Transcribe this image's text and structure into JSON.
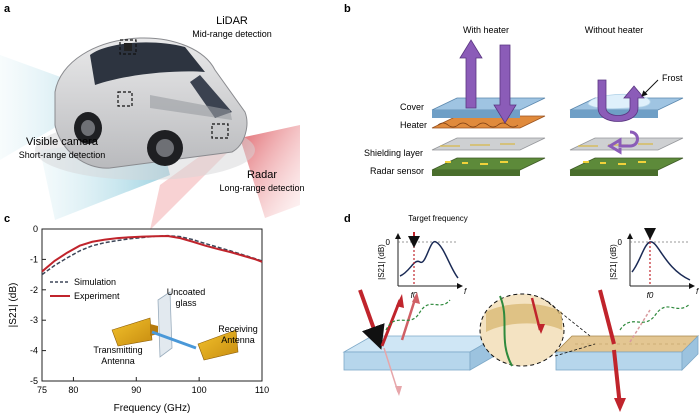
{
  "panels": {
    "a": {
      "letter": "a",
      "lidar_title": "LiDAR",
      "lidar_sub": "Mid-range detection",
      "camera_title": "Visible camera",
      "camera_sub": "Short-range detection",
      "radar_title": "Radar",
      "radar_sub": "Long-range detection"
    },
    "b": {
      "letter": "b",
      "with_heater": "With heater",
      "without_heater": "Without heater",
      "frost": "Frost",
      "layers": [
        "Cover",
        "Heater",
        "Shielding layer",
        "Radar sensor"
      ]
    },
    "c": {
      "letter": "c",
      "uncoated_glass": "Uncoated\nglass",
      "uncoated_l1": "Uncoated",
      "uncoated_l2": "glass",
      "tx_l1": "Transmitting",
      "tx_l2": "Antenna",
      "rx_l1": "Receiving",
      "rx_l2": "Antenna"
    },
    "d": {
      "letter": "d",
      "target_frequency": "Target frequency",
      "ylabel": "|S21| (dB)",
      "zero": "0",
      "f": "f",
      "f0": "f0"
    }
  },
  "colors": {
    "simulation": "#3d4658",
    "experiment": "#c0242c",
    "purple": "#8b5cb8",
    "glass": "#a9cde4",
    "heater": "#e08a3c",
    "board": "#5c7a3a"
  },
  "chart_data": {
    "type": "line",
    "xlabel": "Frequency (GHz)",
    "ylabel": "|S21| (dB)",
    "xlim": [
      75,
      110
    ],
    "ylim": [
      -5,
      0
    ],
    "xticks": [
      75,
      80,
      90,
      100,
      110
    ],
    "yticks": [
      0,
      -1,
      -2,
      -3,
      -4,
      -5
    ],
    "legend": "left",
    "series": [
      {
        "name": "Simulation",
        "style": "dashed",
        "x": [
          75,
          77,
          79,
          81,
          83,
          85,
          87,
          89,
          91,
          93,
          95,
          97,
          99,
          101,
          103,
          105,
          107,
          109,
          110
        ],
        "y": [
          -1.5,
          -1.2,
          -0.95,
          -0.72,
          -0.55,
          -0.45,
          -0.38,
          -0.32,
          -0.28,
          -0.24,
          -0.22,
          -0.25,
          -0.35,
          -0.48,
          -0.6,
          -0.72,
          -0.85,
          -0.98,
          -1.05
        ]
      },
      {
        "name": "Experiment",
        "style": "solid",
        "x": [
          75,
          77,
          79,
          81,
          83,
          85,
          87,
          89,
          91,
          93,
          95,
          97,
          99,
          101,
          103,
          105,
          107,
          109,
          110
        ],
        "y": [
          -1.4,
          -1.05,
          -0.78,
          -0.55,
          -0.42,
          -0.35,
          -0.3,
          -0.27,
          -0.25,
          -0.24,
          -0.23,
          -0.3,
          -0.42,
          -0.55,
          -0.66,
          -0.76,
          -0.88,
          -1.0,
          -1.08
        ]
      }
    ]
  }
}
